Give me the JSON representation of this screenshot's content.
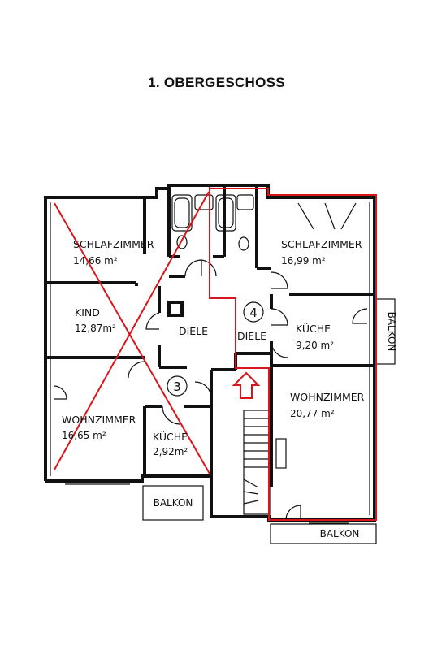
{
  "title": "1.  OBERGESCHOSS",
  "rooms": {
    "schlafzimmer_left": {
      "name": "SCHLAFZIMMER",
      "area": "14,66 m²"
    },
    "kind": {
      "name": "KIND",
      "area": "12,87m²"
    },
    "wohnzimmer_left": {
      "name": "WOHNZIMMER",
      "area": "16,65 m²"
    },
    "kueche_small": {
      "name": "KÜCHE",
      "area": "2,92m²"
    },
    "diele_left": {
      "name": "DIELE"
    },
    "schlafzimmer_right": {
      "name": "SCHLAFZIMMER",
      "area": "16,99 m²"
    },
    "diele_right": {
      "name": "DIELE"
    },
    "kueche_right": {
      "name": "KÜCHE",
      "area": "9,20 m²"
    },
    "wohnzimmer_right": {
      "name": "WOHNZIMMER",
      "area": "20,77 m²"
    }
  },
  "balconies": {
    "bottom_left": "BALKON",
    "bottom_right": "BALKON",
    "right_side": "BALKON"
  },
  "units": {
    "unit3": "3",
    "unit4": "4"
  },
  "colors": {
    "wall": "#111111",
    "highlight": "#d8141c"
  },
  "icons": [
    "entrance-arrow-icon"
  ]
}
